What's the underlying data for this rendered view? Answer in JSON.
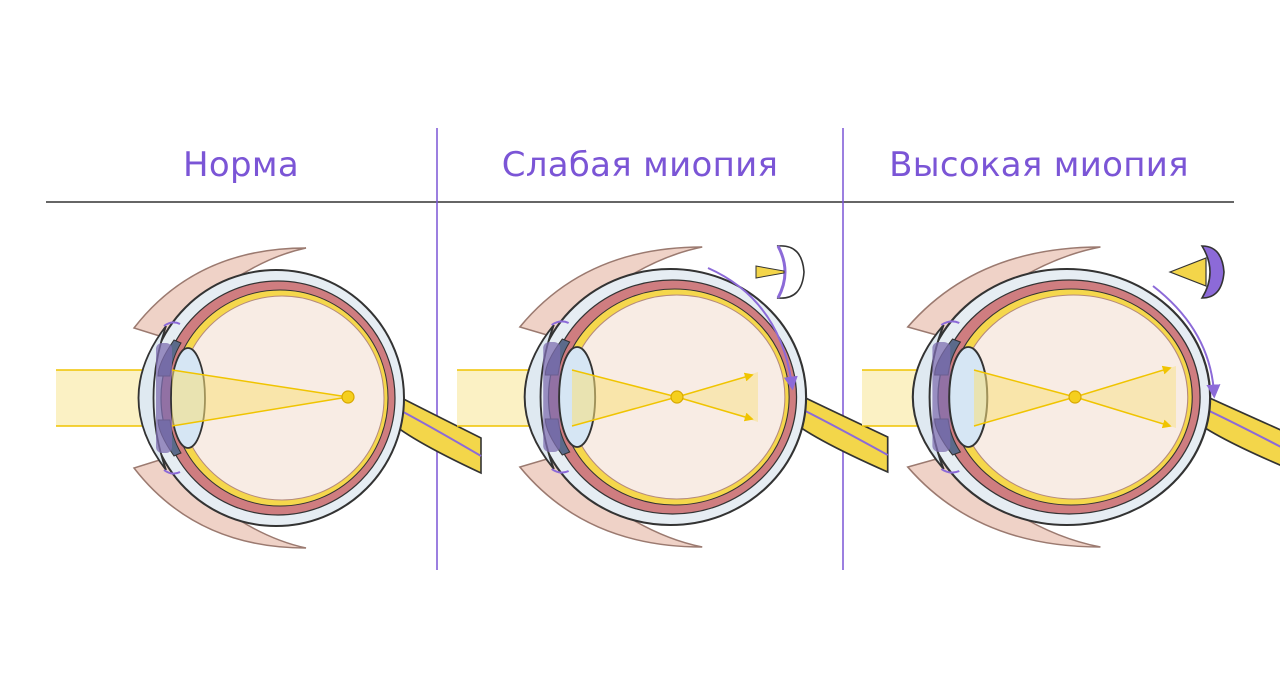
{
  "panels": [
    {
      "id": "normal",
      "title": "Норма"
    },
    {
      "id": "mild",
      "title": "Слабая миопия"
    },
    {
      "id": "high",
      "title": "Высокая миопия"
    }
  ],
  "colors": {
    "title": "#7b55d6",
    "divider": "#7b55d6",
    "header_line": "#333333",
    "light_beam": "#f5d94a",
    "sclera": "#e8eef3",
    "choroid": "#c9767a",
    "retina": "#f3d54a",
    "vitreous": "#f7ebe3",
    "lens": "#d4e4f2",
    "iris": "#5b6a8a",
    "eyelid": "#e8c6bb",
    "optic_nerve": "#f0d24a",
    "arrow": "#8c6ad8"
  },
  "icons": {
    "mild": "concave-lens-icon",
    "high": "concave-lens-strong-icon"
  }
}
